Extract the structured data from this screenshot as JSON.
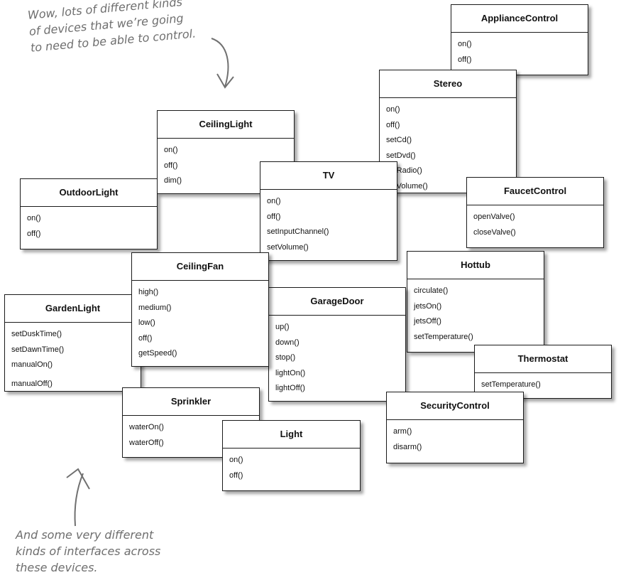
{
  "notes": [
    {
      "id": "top",
      "lines": [
        "Wow, lots of different kinds",
        "of devices that we’re going",
        "to need to be able to control."
      ]
    },
    {
      "id": "bottom",
      "lines": [
        "And some very different",
        "kinds of interfaces across",
        "these devices."
      ]
    }
  ],
  "classes": [
    {
      "name": "GardenLight",
      "methods": [
        "setDuskTime()",
        "setDawnTime()",
        "manualOn()",
        "manualOff()"
      ]
    },
    {
      "name": "OutdoorLight",
      "methods": [
        "on()",
        "off()"
      ]
    },
    {
      "name": "CeilingLight",
      "methods": [
        "on()",
        "off()",
        "dim()"
      ]
    },
    {
      "name": "ApplianceControl",
      "methods": [
        "on()",
        "off()"
      ]
    },
    {
      "name": "Stereo",
      "methods": [
        "on()",
        "off()",
        "setCd()",
        "setDvd()",
        "setRadio()",
        "setVolume()"
      ]
    },
    {
      "name": "TV",
      "methods": [
        "on()",
        "off()",
        "setInputChannel()",
        "setVolume()"
      ]
    },
    {
      "name": "FaucetControl",
      "methods": [
        "openValve()",
        "closeValve()"
      ]
    },
    {
      "name": "Hottub",
      "methods": [
        "circulate()",
        "jetsOn()",
        "jetsOff()",
        "setTemperature()"
      ]
    },
    {
      "name": "GarageDoor",
      "methods": [
        "up()",
        "down()",
        "stop()",
        "lightOn()",
        "lightOff()"
      ]
    },
    {
      "name": "CeilingFan",
      "methods": [
        "high()",
        "medium()",
        "low()",
        "off()",
        "getSpeed()"
      ]
    },
    {
      "name": "Thermostat",
      "methods": [
        "setTemperature()"
      ]
    },
    {
      "name": "SecurityControl",
      "methods": [
        "arm()",
        "disarm()"
      ]
    },
    {
      "name": "Sprinkler",
      "methods": [
        "waterOn()",
        "waterOff()"
      ]
    },
    {
      "name": "Light",
      "methods": [
        "on()",
        "off()"
      ]
    }
  ]
}
